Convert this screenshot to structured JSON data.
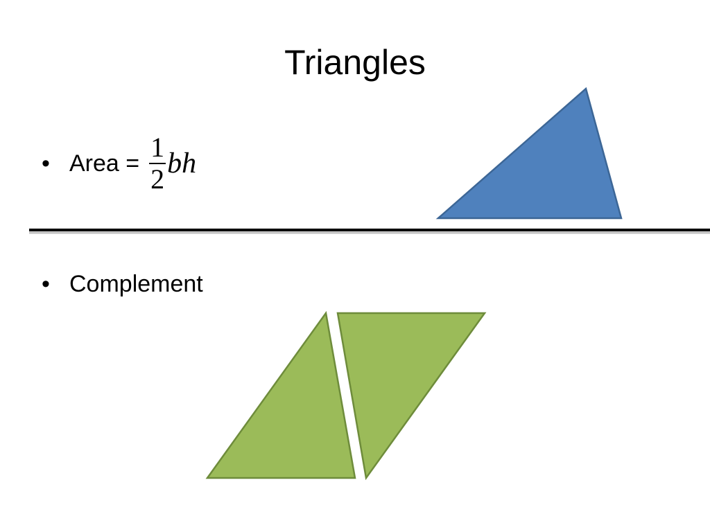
{
  "slide": {
    "title": "Triangles",
    "bullets": {
      "area_label": "Area =",
      "area_formula": {
        "numerator": "1",
        "denominator": "2",
        "variables": "bh"
      },
      "complement_label": "Complement"
    },
    "bullet_glyph": "•"
  },
  "colors": {
    "blue_fill": "#4f81bd",
    "blue_stroke": "#3c6696",
    "green_fill": "#9bbb59",
    "green_stroke": "#6e8c3b",
    "divider": "#000000"
  }
}
